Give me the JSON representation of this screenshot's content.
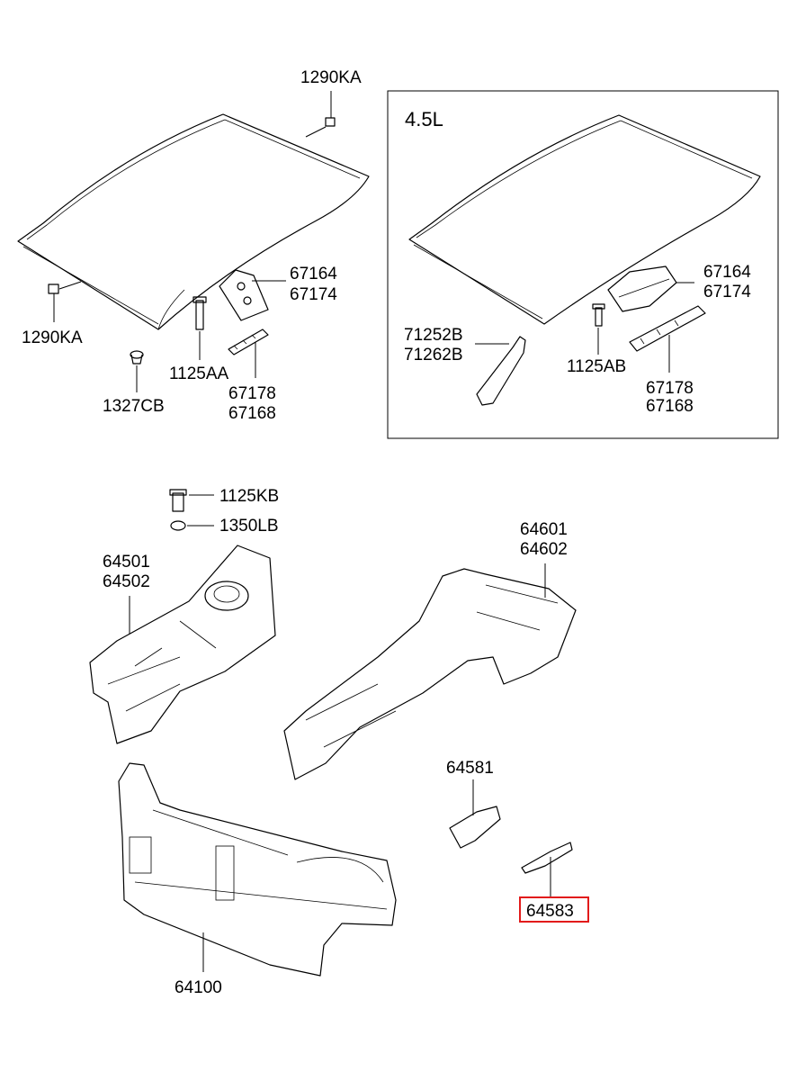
{
  "diagram": {
    "inset_title": "4.5L",
    "labels": {
      "roof_bolt_top": "1290KA",
      "roof_bolt_left": "1290KA",
      "grommet": "1327CB",
      "bolt_main": "1125AA",
      "bracket_main_a": "67164",
      "bracket_main_b": "67174",
      "rail_main_a": "67178",
      "rail_main_b": "67168",
      "inset_bracket_a": "67164",
      "inset_bracket_b": "67174",
      "inset_bolt": "1125AB",
      "inset_rail_a": "67178",
      "inset_rail_b": "67168",
      "inset_strip_a": "71252B",
      "inset_strip_b": "71262B",
      "bolt_apron": "1125KB",
      "nut_apron": "1350LB",
      "apron_a": "64501",
      "apron_b": "64502",
      "side_member_a": "64601",
      "side_member_b": "64602",
      "small_bracket": "64581",
      "highlighted_part": "64583",
      "radiator_support": "64100"
    },
    "highlight_color": "#e21b1b"
  }
}
